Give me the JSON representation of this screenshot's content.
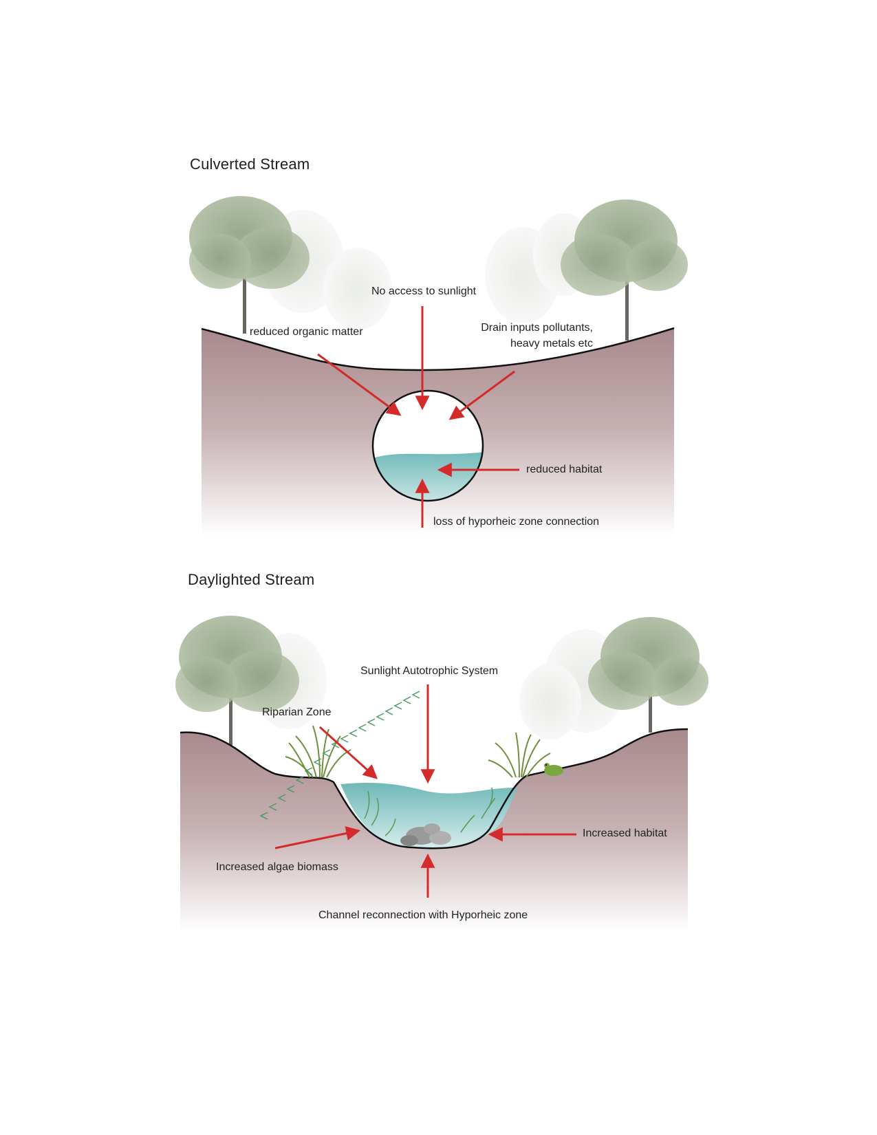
{
  "culverted": {
    "title": "Culverted Stream",
    "labels": {
      "sunlight": "No access to sunlight",
      "organic": "reduced organic matter",
      "drain_line1": "Drain inputs pollutants,",
      "drain_line2": "heavy metals etc",
      "habitat": "reduced habitat",
      "hyporheic": "loss of hyporheic zone connection"
    }
  },
  "daylighted": {
    "title": "Daylighted Stream",
    "labels": {
      "sunlight": "Sunlight Autotrophic System",
      "riparian": "Riparian Zone",
      "habitat": "Increased habitat",
      "algae": "Increased algae biomass",
      "hyporheic": "Channel reconnection with Hyporheic zone"
    }
  },
  "colors": {
    "arrow": "#d42a2a",
    "soil": "#b79ca0",
    "water": "#8cc7c5",
    "tree": "#9aab8e",
    "chevron": "#4f9a63"
  }
}
